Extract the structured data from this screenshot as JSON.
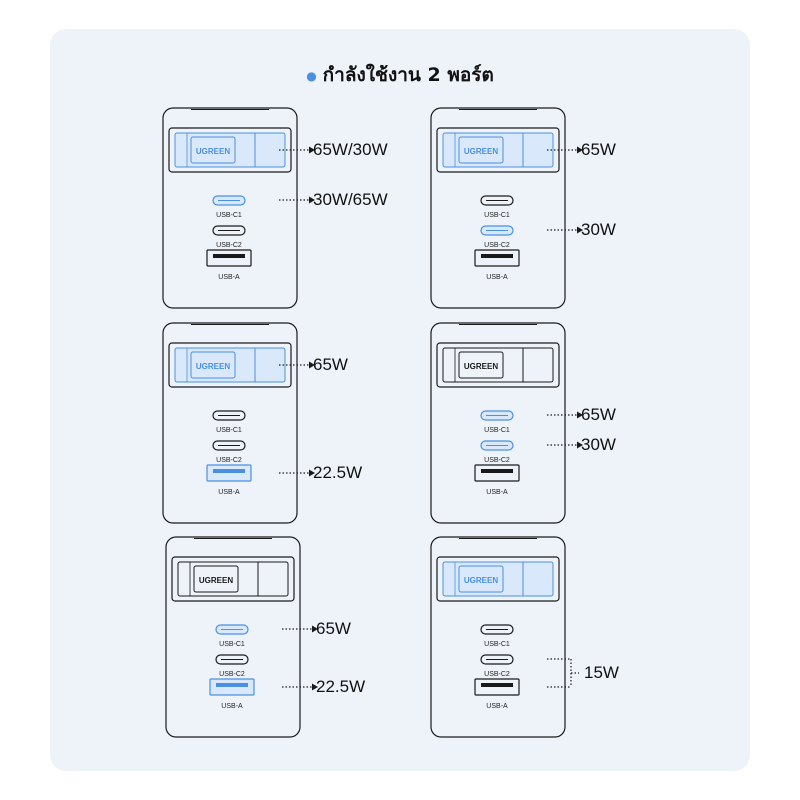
{
  "title": "กำลังใช้งาน 2 พอร์ต",
  "brand": "UGREEN",
  "ports": {
    "c1": "USB-C1",
    "c2": "USB-C2",
    "a": "USB-A"
  },
  "scenarios": [
    {
      "cable": "active",
      "c1": "active",
      "c2": "idle",
      "a": "idle",
      "labels": {
        "cable": "65W/30W",
        "c1": "30W/65W"
      }
    },
    {
      "cable": "active",
      "c1": "idle",
      "c2": "active",
      "a": "idle",
      "labels": {
        "cable": "65W",
        "c2": "30W"
      }
    },
    {
      "cable": "active",
      "c1": "idle",
      "c2": "idle",
      "a": "active",
      "labels": {
        "cable": "65W",
        "a": "22.5W"
      }
    },
    {
      "cable": "inactive",
      "c1": "active",
      "c2": "active",
      "a": "idle",
      "labels": {
        "c1": "65W",
        "c2": "30W"
      }
    },
    {
      "cable": "inactive",
      "c1": "active",
      "c2": "idle",
      "a": "active",
      "labels": {
        "c1": "65W",
        "a": "22.5W"
      }
    },
    {
      "cable": "active",
      "c1": "idle",
      "c2": "idle",
      "a": "idle",
      "labels": {
        "bracket": "15W"
      }
    }
  ],
  "colors": {
    "accent": "#4a90e2",
    "active_fill": "#d9e8fb",
    "body": "#eef3fa",
    "outline": "#1a1a1a",
    "panel": "#eef3fa"
  }
}
